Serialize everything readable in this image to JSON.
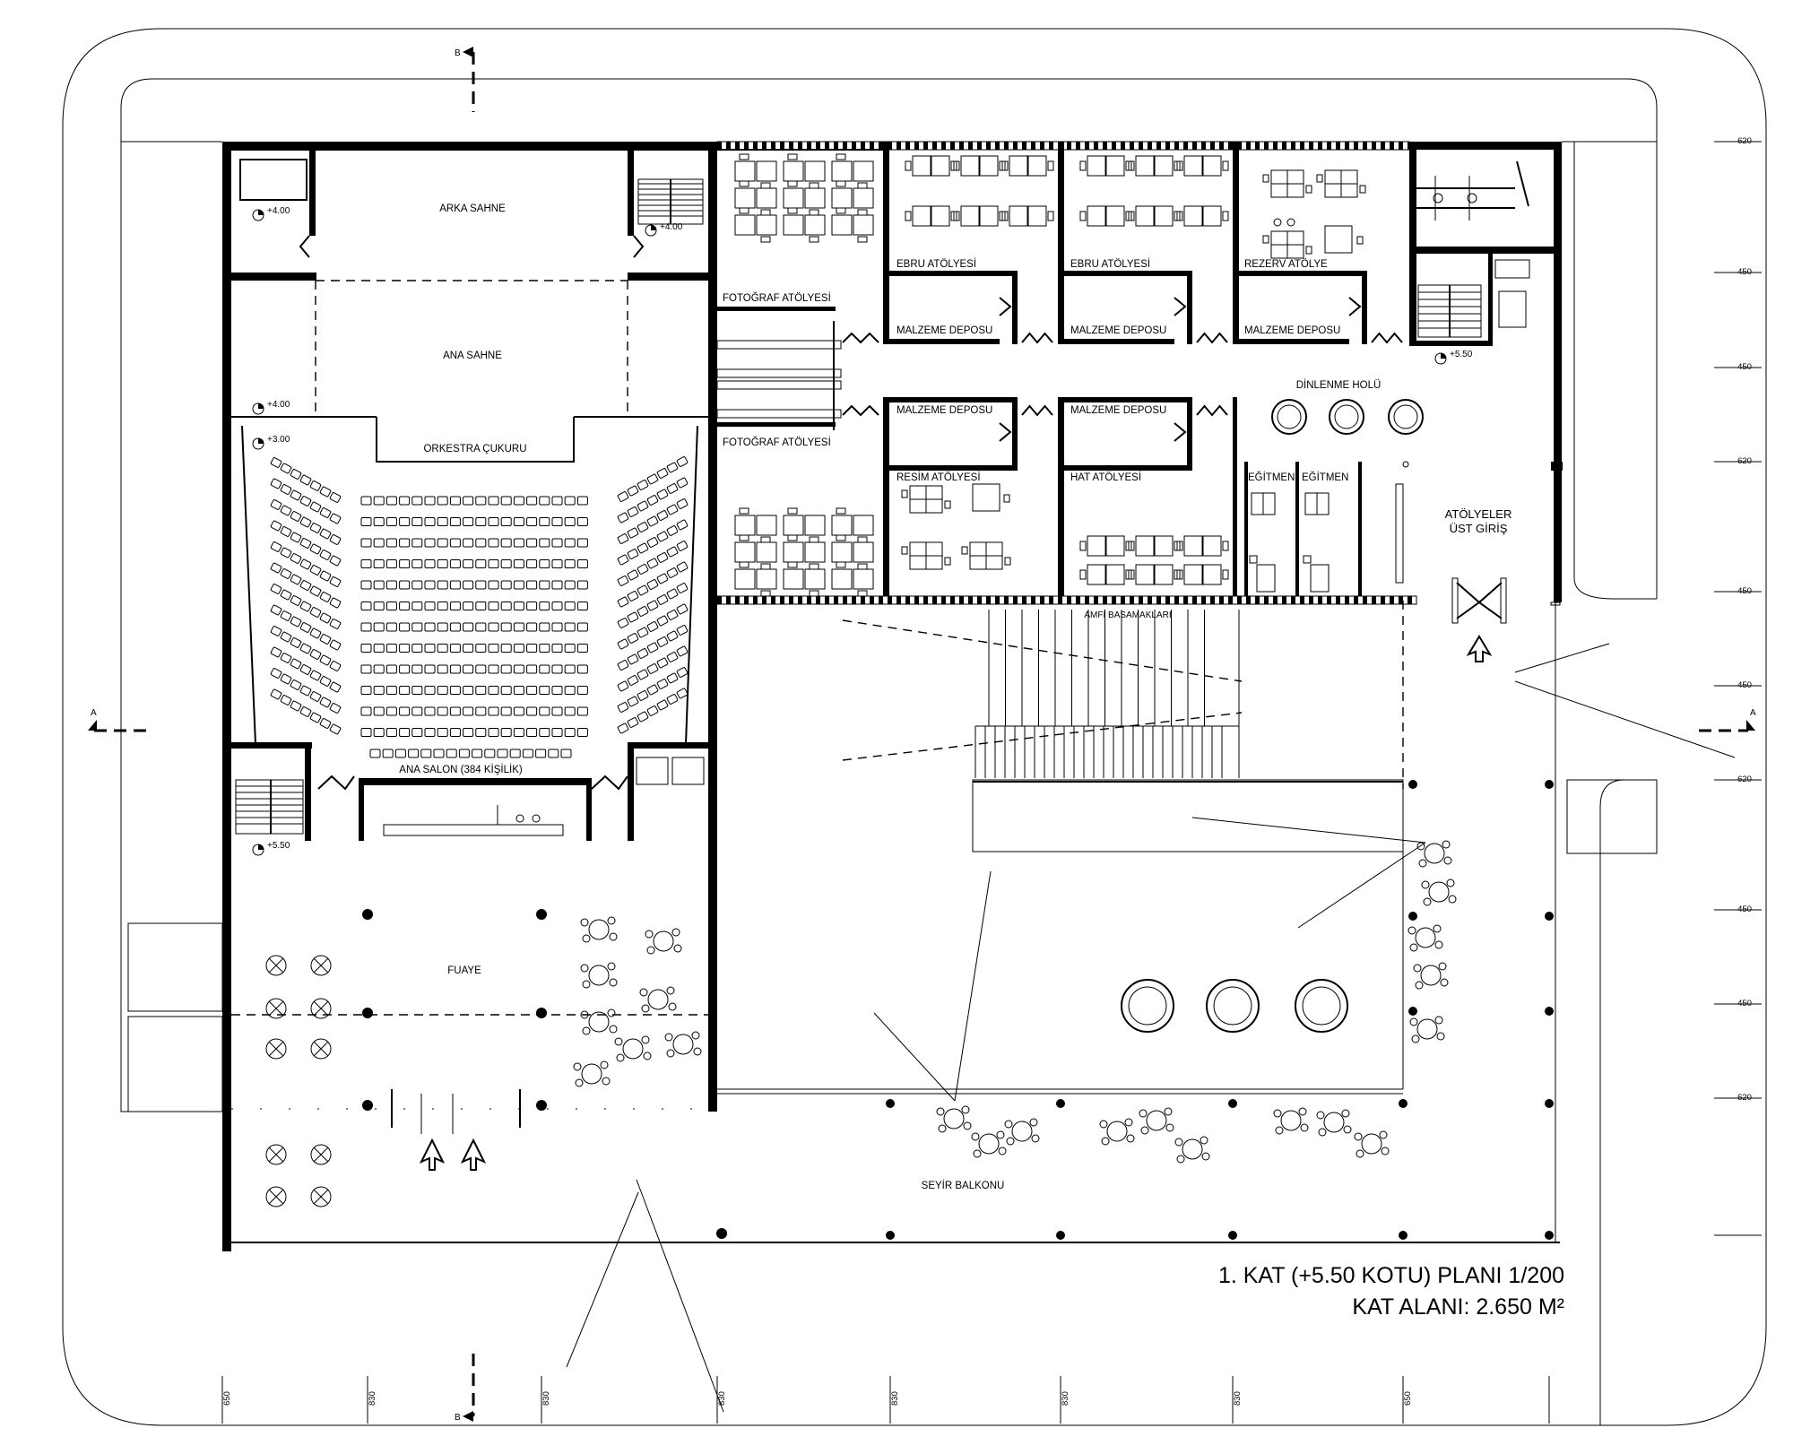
{
  "rooms": {
    "arka_sahne": "ARKA SAHNE",
    "ana_sahne": "ANA SAHNE",
    "orkestra": "ORKESTRA ÇUKURU",
    "ana_salon": "ANA SALON (384 KİŞİLİK)",
    "fuaye": "FUAYE",
    "foto1": "FOTOĞRAF ATÖLYESİ",
    "foto2": "FOTOĞRAF ATÖLYESİ",
    "ebru1": "EBRU ATÖLYESİ",
    "ebru2": "EBRU ATÖLYESİ",
    "rezerv": "REZERV ATÖLYE",
    "depo1": "MALZEME DEPOSU",
    "depo2": "MALZEME DEPOSU",
    "depo3": "MALZEME DEPOSU",
    "depo4": "MALZEME DEPOSU",
    "depo5": "MALZEME DEPOSU",
    "resim": "RESİM ATÖLYESİ",
    "hat": "HAT ATÖLYESİ",
    "dinlenme": "DİNLENME HOLÜ",
    "egitmen1": "EĞİTMEN",
    "egitmen2": "EĞİTMEN",
    "atolye_giris_1": "ATÖLYELER",
    "atolye_giris_2": "ÜST GİRİŞ",
    "amfi": "AMFİ BASAMAKLARI",
    "seyir": "SEYİR BALKONU"
  },
  "levels": {
    "l1": "+4.00",
    "l2": "+4.00",
    "l3": "+4.00",
    "l4": "+3.00",
    "l5": "+5.50",
    "l6": "+5.50"
  },
  "section_marks": {
    "b_top": "B",
    "b_bottom": "B",
    "a_left": "A",
    "a_right": "A"
  },
  "dimensions": {
    "right": [
      "620",
      "450",
      "450",
      "620",
      "450",
      "450",
      "620",
      "450",
      "450",
      "620"
    ],
    "bottom": [
      "650",
      "830",
      "830",
      "830",
      "830",
      "830",
      "830",
      "650"
    ]
  },
  "title": {
    "line1": "1. KAT (+5.50 KOTU) PLANI 1/200",
    "line2": "KAT ALANI: 2.650 M²"
  }
}
